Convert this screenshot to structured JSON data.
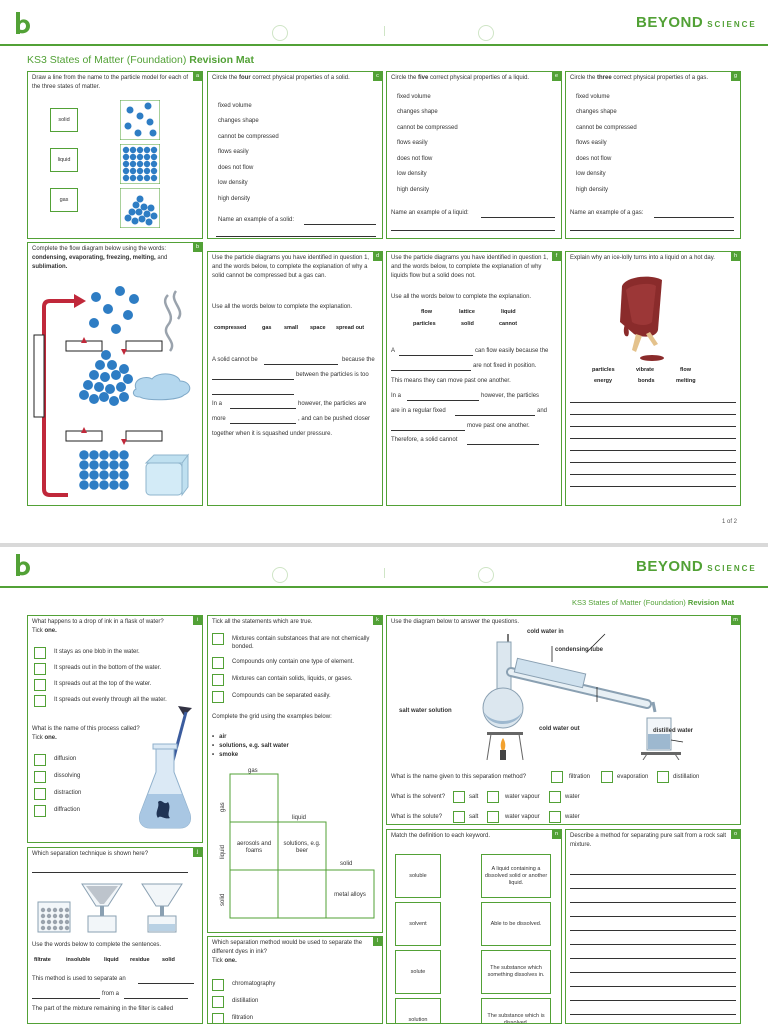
{
  "page1": {
    "brand": "BEYOND",
    "brand_sub": "SCIENCE",
    "title_a": "KS3 States of Matter (Foundation) ",
    "title_b": "Revision Mat",
    "page_num": "1 of 2",
    "qa": {
      "tag": "a",
      "text": "Draw a line from the name to the particle model for each of the three states of matter.",
      "labels": [
        "solid",
        "liquid",
        "gas"
      ]
    },
    "qc": {
      "tag": "c",
      "pre": "Circle the ",
      "bold": "four",
      "post": " correct physical properties of a solid.",
      "options": [
        "fixed volume",
        "changes shape",
        "cannot be compressed",
        "flows easily",
        "does not flow",
        "low density",
        "high density"
      ],
      "name": "Name an example of a solid:"
    },
    "qe": {
      "tag": "e",
      "pre": "Circle the ",
      "bold": "five",
      "post": " correct physical properties of a liquid.",
      "options": [
        "fixed volume",
        "changes shape",
        "cannot be compressed",
        "flows easily",
        "does not flow",
        "low density",
        "high density"
      ],
      "name": "Name an example of a liquid:"
    },
    "qg": {
      "tag": "g",
      "pre": "Circle the ",
      "bold": "three",
      "post": " correct physical properties of a gas.",
      "options": [
        "fixed volume",
        "changes shape",
        "cannot be compressed",
        "flows easily",
        "does not flow",
        "low density",
        "high density"
      ],
      "name": "Name an example of a gas:"
    },
    "qb": {
      "tag": "b",
      "pre": "Complete the flow diagram below using the words: ",
      "bold": "condensing, evaporating, freezing, melting,",
      "mid": " and ",
      "bold2": "sublimation."
    },
    "qd": {
      "tag": "d",
      "text": "Use the particle diagrams you have identified in question 1, and the words below, to complete the explanation of why a solid cannot be compressed but a gas can.",
      "text2": "Use all the words below to complete the explanation.",
      "words": [
        "compressed",
        "gas",
        "small",
        "space",
        "spread out"
      ],
      "s1": "A solid cannot be",
      "s1b": "because the",
      "s2": "between the particles is too",
      "s3": "In a",
      "s3b": "however, the particles are",
      "s4": "more",
      "s4b": ", and can be pushed closer",
      "s5": "together when it is squashed under pressure."
    },
    "qf": {
      "tag": "f",
      "text": "Use the particle diagrams you have identified in question 1, and the words below, to complete the explanation of why liquids flow but a solid does not.",
      "text2": "Use all the words below to complete the explanation.",
      "words1": [
        "flow",
        "lattice",
        "liquid"
      ],
      "words2": [
        "particles",
        "solid",
        "cannot"
      ],
      "s1": "A",
      "s1b": "can flow easily because the",
      "s2": "are not fixed in position.",
      "s3": "This means they can move past one another.",
      "s4": "In a",
      "s4b": "however, the particles",
      "s5": "are in a regular fixed",
      "s5b": "and",
      "s6": "move past one another.",
      "s7": "Therefore, a solid cannot"
    },
    "qh": {
      "tag": "h",
      "text": "Explain why an ice-lolly turns into a liquid on a hot day.",
      "words1": [
        "particles",
        "vibrate",
        "flow"
      ],
      "words2": [
        "energy",
        "bonds",
        "melting"
      ]
    }
  },
  "page2": {
    "brand": "BEYOND",
    "brand_sub": "SCIENCE",
    "title_a": "KS3 States of Matter (Foundation) ",
    "title_b": "Revision Mat",
    "qi": {
      "tag": "i",
      "text": "What happens to a drop of ink in a flask of water?",
      "tick": "Tick ",
      "one": "one.",
      "options": [
        "It stays as one blob in the water.",
        "It spreads out in the bottom of the water.",
        "It spreads out at the top of the water.",
        "It spreads out evenly through all the water."
      ],
      "q2": "What is the name of this process called?",
      "tick2": "Tick ",
      "one2": "one.",
      "options2": [
        "diffusion",
        "dissolving",
        "distraction",
        "diffraction"
      ]
    },
    "qk": {
      "tag": "k",
      "text": "Tick all the statements which are true.",
      "options": [
        "Mixtures contain substances that are not chemically bonded.",
        "Compounds only contain one type of element.",
        "Mixtures can contain solids, liquids, or gases.",
        "Compounds can be separated easily."
      ],
      "grid_q": "Complete the grid using the examples below:",
      "bullets": [
        "air",
        "solutions, e.g. salt water",
        "smoke"
      ],
      "g_gas": "gas",
      "g_liquid": "liquid",
      "g_solid": "solid",
      "g_aerosols": "aerosols and foams",
      "g_solutions": "solutions, e.g. beer",
      "g_metal": "metal alloys"
    },
    "qm": {
      "tag": "m",
      "text": "Use the diagram below to answer the questions.",
      "labels": {
        "cold_in": "cold water in",
        "tube": "condensing tube",
        "salt": "salt water solution",
        "cold_out": "cold water out",
        "distilled": "distilled water"
      },
      "q1": "What is the name given to this separation method?",
      "q1_opts": [
        "filtration",
        "evaporation",
        "distillation"
      ],
      "q2": "What is the solvent?",
      "q2_opts": [
        "salt",
        "water vapour",
        "water"
      ],
      "q3": "What is the solute?",
      "q3_opts": [
        "salt",
        "water vapour",
        "water"
      ]
    },
    "qj": {
      "tag": "j",
      "text": "Which separation technique is shown here?",
      "words_q": "Use the words below to complete the sentences.",
      "words": [
        "filtrate",
        "insoluble",
        "liquid",
        "residue",
        "solid"
      ],
      "s1": "This method is used to separate an",
      "s2": "from a",
      "s3": "The part of the mixture remaining in the filter is called"
    },
    "ql": {
      "tag": "l",
      "text": "Which separation method would be used to separate the different dyes in ink?",
      "tick": "Tick ",
      "one": "one.",
      "options": [
        "chromatography",
        "distillation",
        "filtration"
      ]
    },
    "qn": {
      "tag": "n",
      "text": "Match the definition to each keyword.",
      "keys": [
        "soluble",
        "solvent",
        "solute",
        "solution"
      ],
      "defs": [
        "A liquid containing a dissolved solid or another liquid.",
        "Able to be dissolved.",
        "The substance which something dissolves in.",
        "The substance which is dissolved."
      ]
    },
    "qo": {
      "tag": "o",
      "text": "Describe a method for separating pure salt from a rock salt mixture."
    }
  },
  "colors": {
    "accent": "#52a136",
    "particle": "#2e7dc4",
    "arrow": "#c0283a"
  }
}
